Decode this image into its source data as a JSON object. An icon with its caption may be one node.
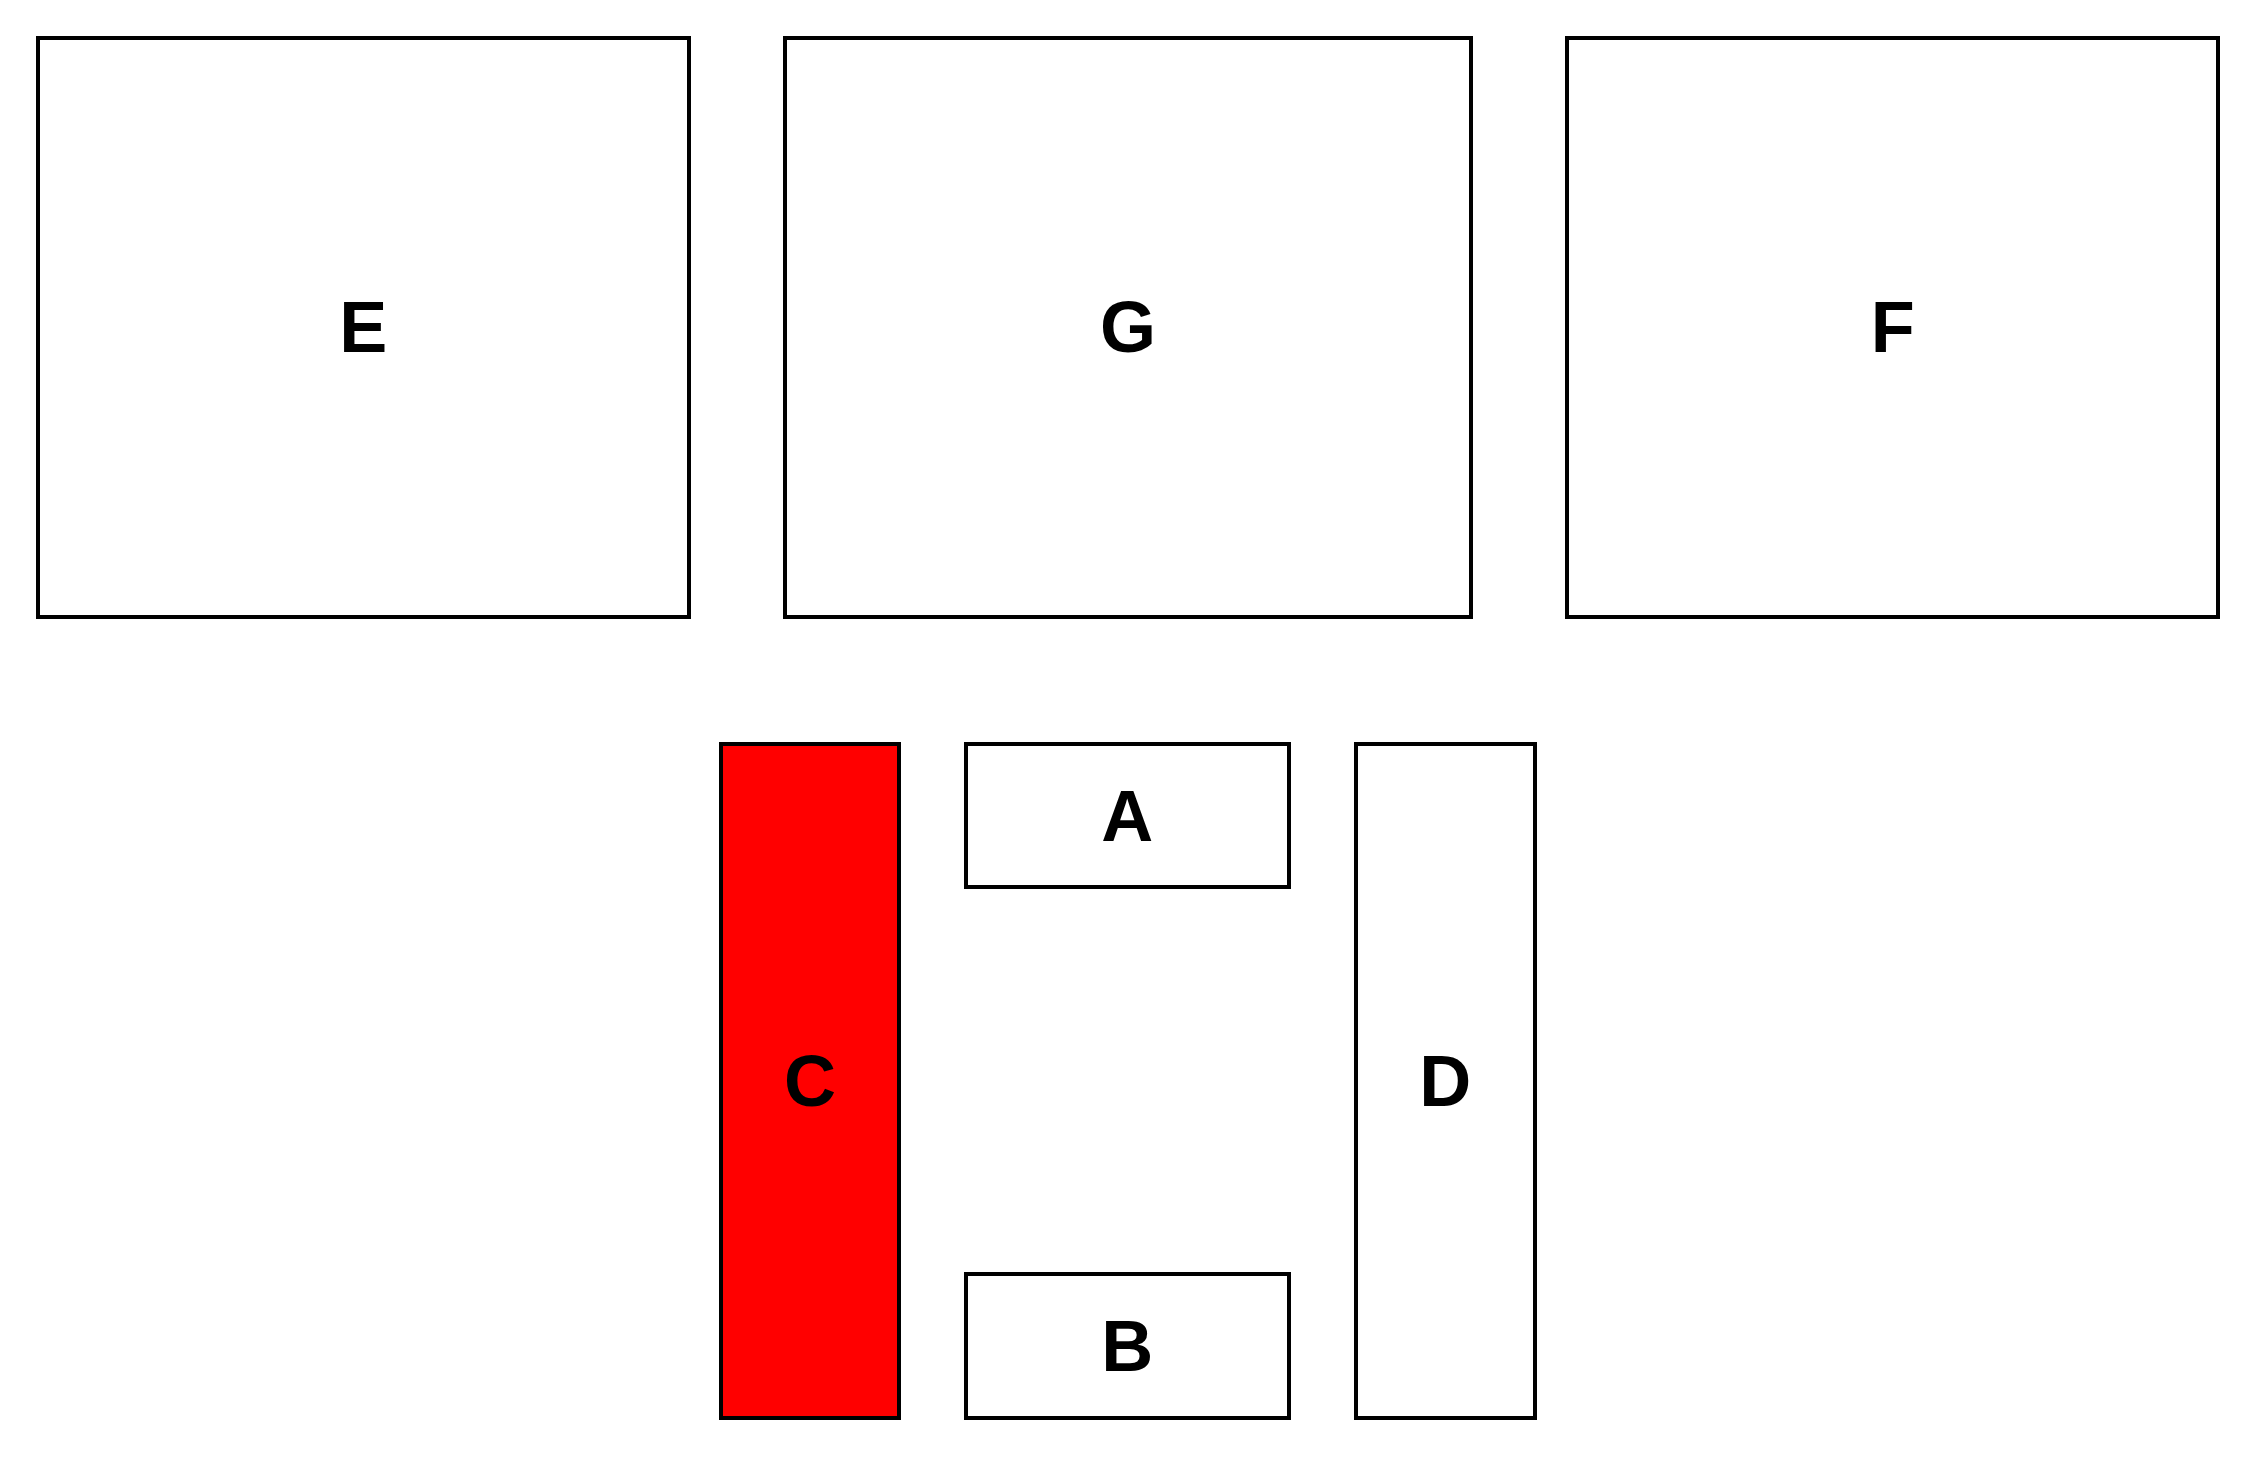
{
  "diagram": {
    "nodes": [
      {
        "text": [
          "E"
        ]
      },
      {
        "text": [
          "G"
        ]
      },
      {
        "text": [
          "F"
        ]
      },
      {
        "text": [
          "C"
        ]
      },
      {
        "text": [
          "A"
        ]
      },
      {
        "text": [
          "D"
        ]
      },
      {
        "text": [
          "B"
        ]
      }
    ]
  }
}
